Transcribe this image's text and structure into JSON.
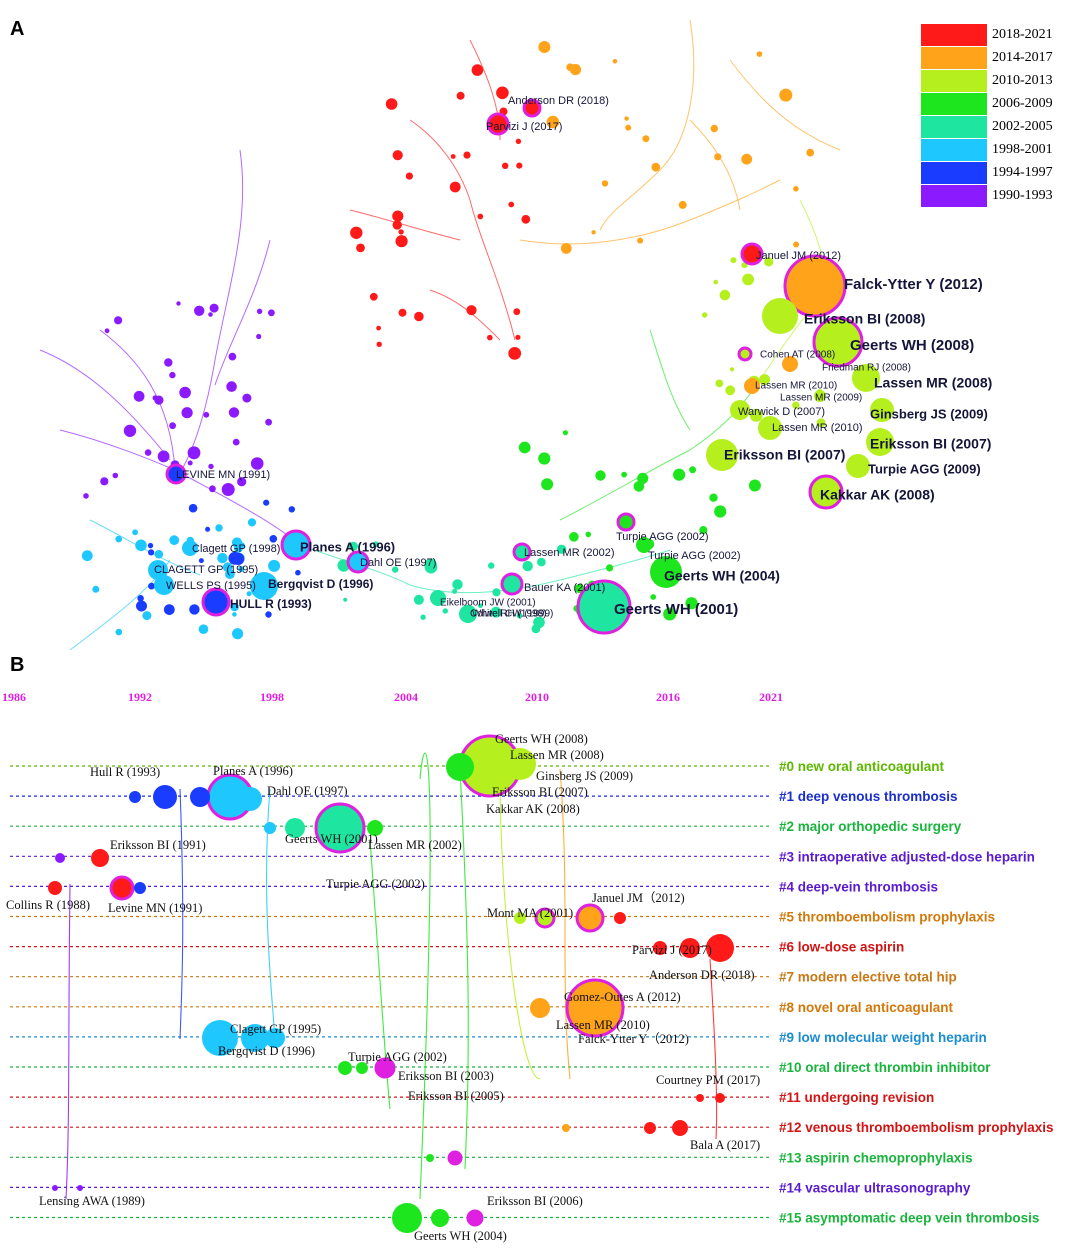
{
  "panel_a": {
    "letter": "A",
    "legend": [
      {
        "label": "2018-2021",
        "color": "#ff1a1a"
      },
      {
        "label": "2014-2017",
        "color": "#ffa31a"
      },
      {
        "label": "2010-2013",
        "color": "#b5f01e"
      },
      {
        "label": "2006-2009",
        "color": "#1ee61e"
      },
      {
        "label": "2002-2005",
        "color": "#1ee6a0"
      },
      {
        "label": "1998-2001",
        "color": "#1ec8ff"
      },
      {
        "label": "1994-1997",
        "color": "#1a3cff"
      },
      {
        "label": "1990-1993",
        "color": "#8c1aff"
      }
    ],
    "labels": [
      {
        "text": "Anderson DR (2018)",
        "bold": false
      },
      {
        "text": "Parvizi J (2017)",
        "bold": false
      },
      {
        "text": "Januel JM (2012)",
        "bold": false
      },
      {
        "text": "Falck-Ytter Y (2012)",
        "bold": true
      },
      {
        "text": "Eriksson BI (2008)",
        "bold": true
      },
      {
        "text": "Geerts WH (2008)",
        "bold": true
      },
      {
        "text": "Cohen AT (2008)",
        "bold": false
      },
      {
        "text": "Friedman RJ (2008)",
        "bold": false
      },
      {
        "text": "Lassen MR (2010)",
        "bold": false
      },
      {
        "text": "Lassen MR (2008)",
        "bold": true
      },
      {
        "text": "Lassen MR (2009)",
        "bold": false
      },
      {
        "text": "Warwick D (2007)",
        "bold": false
      },
      {
        "text": "Ginsberg JS (2009)",
        "bold": true
      },
      {
        "text": "Lassen MR (2010)",
        "bold": false
      },
      {
        "text": "Eriksson BI (2007)",
        "bold": true
      },
      {
        "text": "Eriksson BI (2007)",
        "bold": true
      },
      {
        "text": "Turpie AGG (2009)",
        "bold": true
      },
      {
        "text": "Kakkar AK (2008)",
        "bold": true
      },
      {
        "text": "LEVINE MN (1991)",
        "bold": false
      },
      {
        "text": "Planes A (1996)",
        "bold": true
      },
      {
        "text": "Clagett GP (1998)",
        "bold": false
      },
      {
        "text": "Dahl OE (1997)",
        "bold": false
      },
      {
        "text": "CLAGETT GP (1995)",
        "bold": false
      },
      {
        "text": "WELLS PS (1995)",
        "bold": false
      },
      {
        "text": "Bergqvist D (1996)",
        "bold": true
      },
      {
        "text": "HULL R (1993)",
        "bold": true
      },
      {
        "text": "Turpie AGG (2002)",
        "bold": false
      },
      {
        "text": "Lassen MR (2002)",
        "bold": false
      },
      {
        "text": "Turpie AGG (2002)",
        "bold": false
      },
      {
        "text": "Geerts WH (2004)",
        "bold": true
      },
      {
        "text": "Bauer KA (2001)",
        "bold": false
      },
      {
        "text": "Eikelboom JW (2001)",
        "bold": false
      },
      {
        "text": "White RH (1998)",
        "bold": false
      },
      {
        "text": "Colwell CW (1999)",
        "bold": false
      },
      {
        "text": "Geerts WH (2001)",
        "bold": true
      }
    ]
  },
  "panel_b": {
    "letter": "B",
    "years": [
      "1986",
      "1992",
      "1998",
      "2004",
      "2010",
      "2016",
      "2021"
    ],
    "clusters": [
      {
        "label": "#0 new oral anticoagulant",
        "color": "#5cb800"
      },
      {
        "label": "#1 deep venous thrombosis",
        "color": "#1a2ecc"
      },
      {
        "label": "#2 major orthopedic surgery",
        "color": "#19b43c"
      },
      {
        "label": "#3 intraoperative adjusted-dose heparin",
        "color": "#5a1ad0"
      },
      {
        "label": "#4 deep-vein thrombosis",
        "color": "#5a1ad0"
      },
      {
        "label": "#5 thromboembolism prophylaxis",
        "color": "#d2780a"
      },
      {
        "label": "#6 low-dose aspirin",
        "color": "#d21414"
      },
      {
        "label": "#7 modern elective total hip",
        "color": "#c87814"
      },
      {
        "label": "#8 novel oral anticoagulant",
        "color": "#d2780a"
      },
      {
        "label": "#9 low molecular weight heparin",
        "color": "#1a8cd2"
      },
      {
        "label": "#10 oral direct thrombin inhibitor",
        "color": "#19b43c"
      },
      {
        "label": "#11 undergoing revision",
        "color": "#d21414"
      },
      {
        "label": "#12 venous thromboembolism prophylaxis",
        "color": "#d21414"
      },
      {
        "label": "#13 aspirin chemoprophylaxis",
        "color": "#19b43c"
      },
      {
        "label": "#14 vascular ultrasonography",
        "color": "#5a1ad0"
      },
      {
        "label": "#15 asymptomatic deep vein thrombosis",
        "color": "#19b43c"
      }
    ],
    "labels": [
      "Geerts WH (2008)",
      "Lassen MR (2008)",
      "Ginsberg JS (2009)",
      "Eriksson BI (2007)",
      "Kakkar AK (2008)",
      "Hull R (1993)",
      "Planes A (1996)",
      "Dahl OE (1997)",
      "Eriksson BI (1991)",
      "Geerts WH (2001)",
      "Lassen MR (2002)",
      "Turpie AGG (2002)",
      "Collins R (1988)",
      "Levine MN (1991)",
      "Januel JM（2012)",
      "Mont MA (2001)",
      "Parvizi J (2017)",
      "Anderson DR (2018)",
      "Gomez-Outes A (2012)",
      "Lassen MR (2010)",
      "Falck-Ytter Y（2012)",
      "Clagett GP (1995)",
      "Bergqvist D (1996)",
      "Turpie AGG (2002)",
      "Eriksson BI (2003)",
      "Eriksson BI (2005)",
      "Courtney PM (2017)",
      "Bala A (2017)",
      "Lensing AWA (1989)",
      "Eriksson BI (2006)",
      "Geerts WH (2004)"
    ]
  }
}
